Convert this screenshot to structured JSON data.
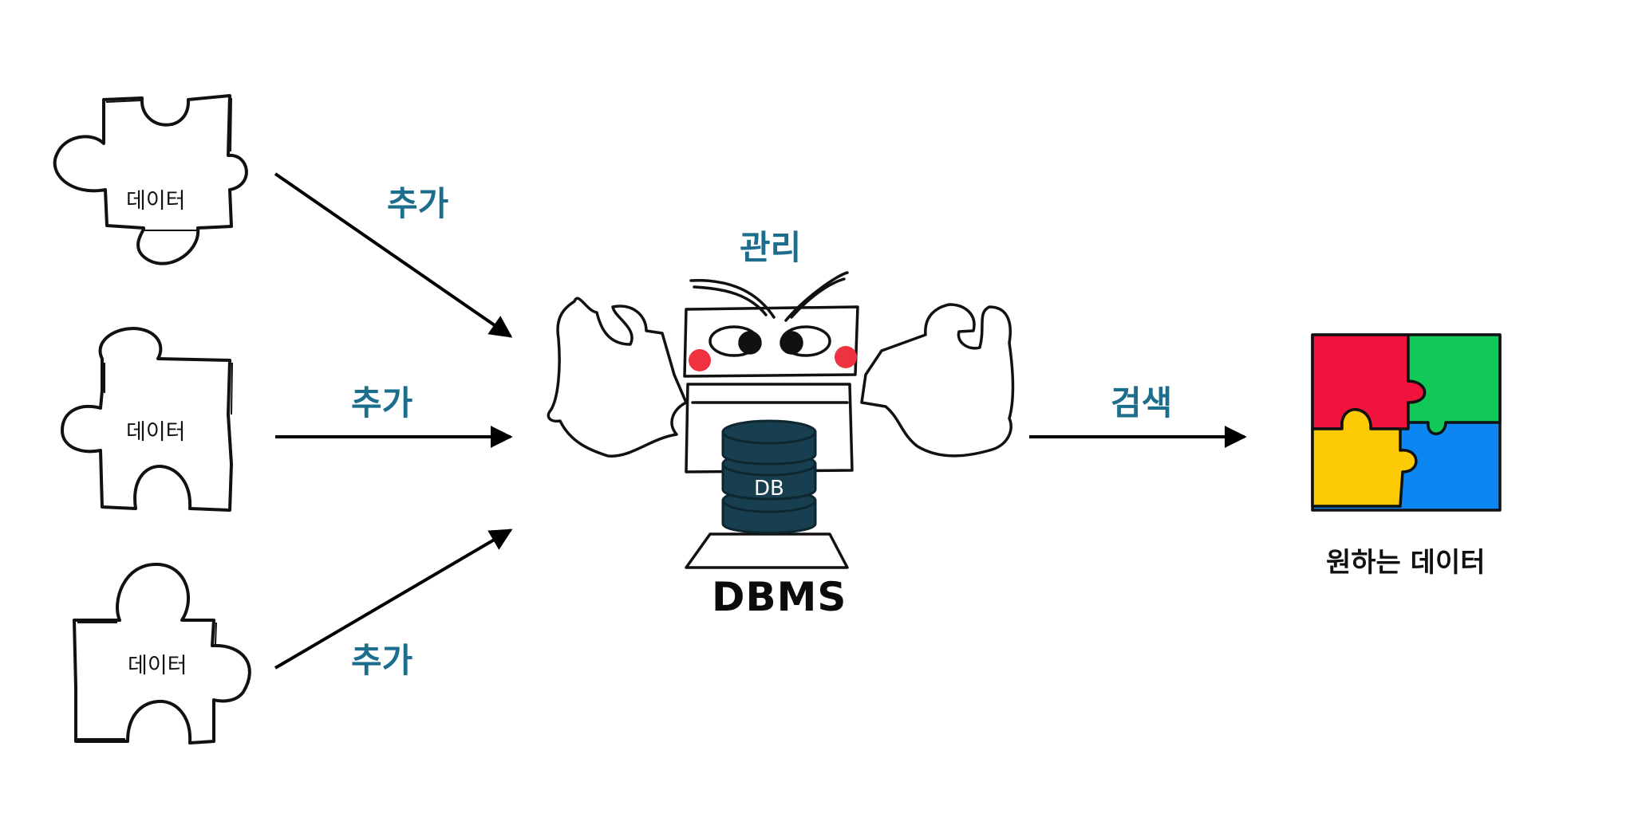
{
  "diagram": {
    "inputs": [
      {
        "label": "데이터",
        "action": "추가"
      },
      {
        "label": "데이터",
        "action": "추가"
      },
      {
        "label": "데이터",
        "action": "추가"
      }
    ],
    "manager": {
      "action": "관리",
      "label": "DBMS",
      "storage": "DB"
    },
    "output": {
      "action": "검색",
      "label": "원하는 데이터"
    }
  },
  "colors": {
    "action_text": "#1d6d8c",
    "db_cylinder": "#173f4f",
    "cheek": "#ee3240",
    "puzzle_red": "#f0133d",
    "puzzle_green": "#10c957",
    "puzzle_yellow": "#fccb05",
    "puzzle_blue": "#0b86f2"
  },
  "icons": [
    "puzzle-piece-icon",
    "strong-robot-icon",
    "database-cylinder-icon",
    "completed-puzzle-icon",
    "arrow-icon"
  ]
}
